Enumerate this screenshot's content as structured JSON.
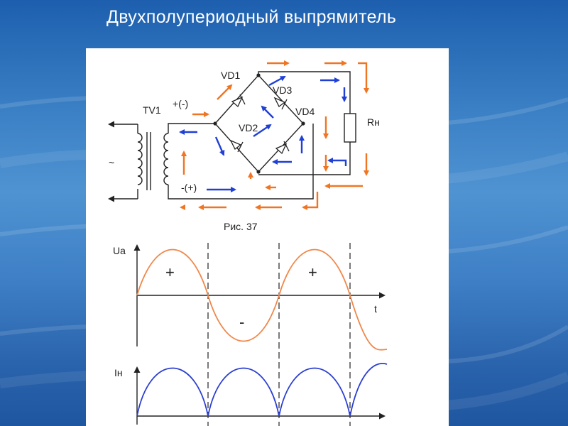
{
  "slide": {
    "title": "Двухполупериодный выпрямитель"
  },
  "circuit": {
    "transformer_label": "TV1",
    "ac_symbol": "~",
    "top_polarity": "+(-)",
    "bottom_polarity": "-(+)",
    "diode_1": "VD1",
    "diode_2": "VD2",
    "diode_3": "VD3",
    "diode_4": "VD4",
    "load_label": "Rн",
    "figure_caption": "Рис. 37"
  },
  "graphs": {
    "voltage_axis": "Ua",
    "time_axis": "t",
    "plus_1": "+",
    "plus_2": "+",
    "minus": "-",
    "current_axis": "Iн"
  },
  "colors": {
    "orange_current": "#f07522",
    "blue_current": "#1f3fd6",
    "voltage_curve": "#f0874a",
    "current_curve": "#2b3fd0",
    "wire": "#222222"
  }
}
